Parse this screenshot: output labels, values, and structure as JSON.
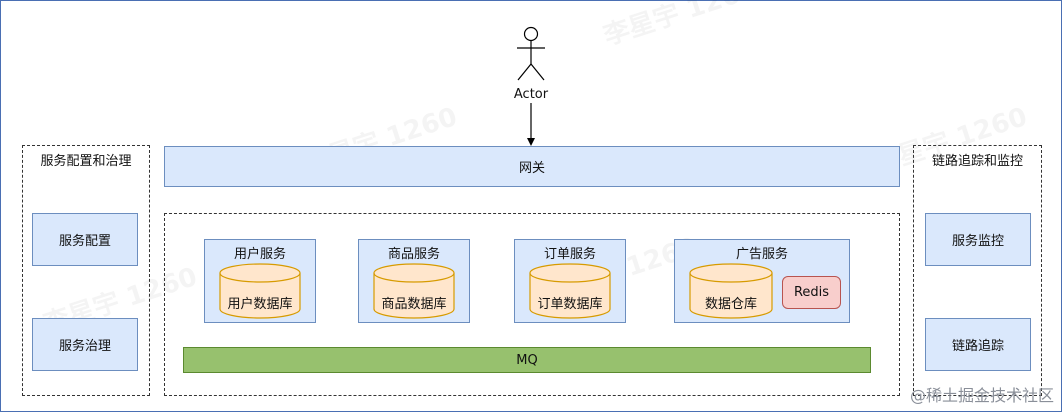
{
  "actor": {
    "label": "Actor"
  },
  "gateway": {
    "label": "网关"
  },
  "left_panel": {
    "title": "服务配置和治理",
    "items": [
      "服务配置",
      "服务治理"
    ]
  },
  "right_panel": {
    "title": "链路追踪和监控",
    "items": [
      "服务监控",
      "链路追踪"
    ]
  },
  "services": [
    {
      "name": "用户服务",
      "db": "用户数据库"
    },
    {
      "name": "商品服务",
      "db": "商品数据库"
    },
    {
      "name": "订单服务",
      "db": "订单数据库"
    },
    {
      "name": "广告服务",
      "db": "数据仓库",
      "extra": "Redis"
    }
  ],
  "mq": {
    "label": "MQ"
  },
  "watermark": {
    "text": "李星宇 1260"
  },
  "footer": {
    "text": "@稀土掘金技术社区"
  },
  "colors": {
    "blue_fill": "#dae8fc",
    "blue_stroke": "#6c8ebf",
    "cylinder_fill": "#ffe6cc",
    "cylinder_stroke": "#d79b00",
    "redis_fill": "#f8cecc",
    "mq_fill": "#97c16e"
  }
}
